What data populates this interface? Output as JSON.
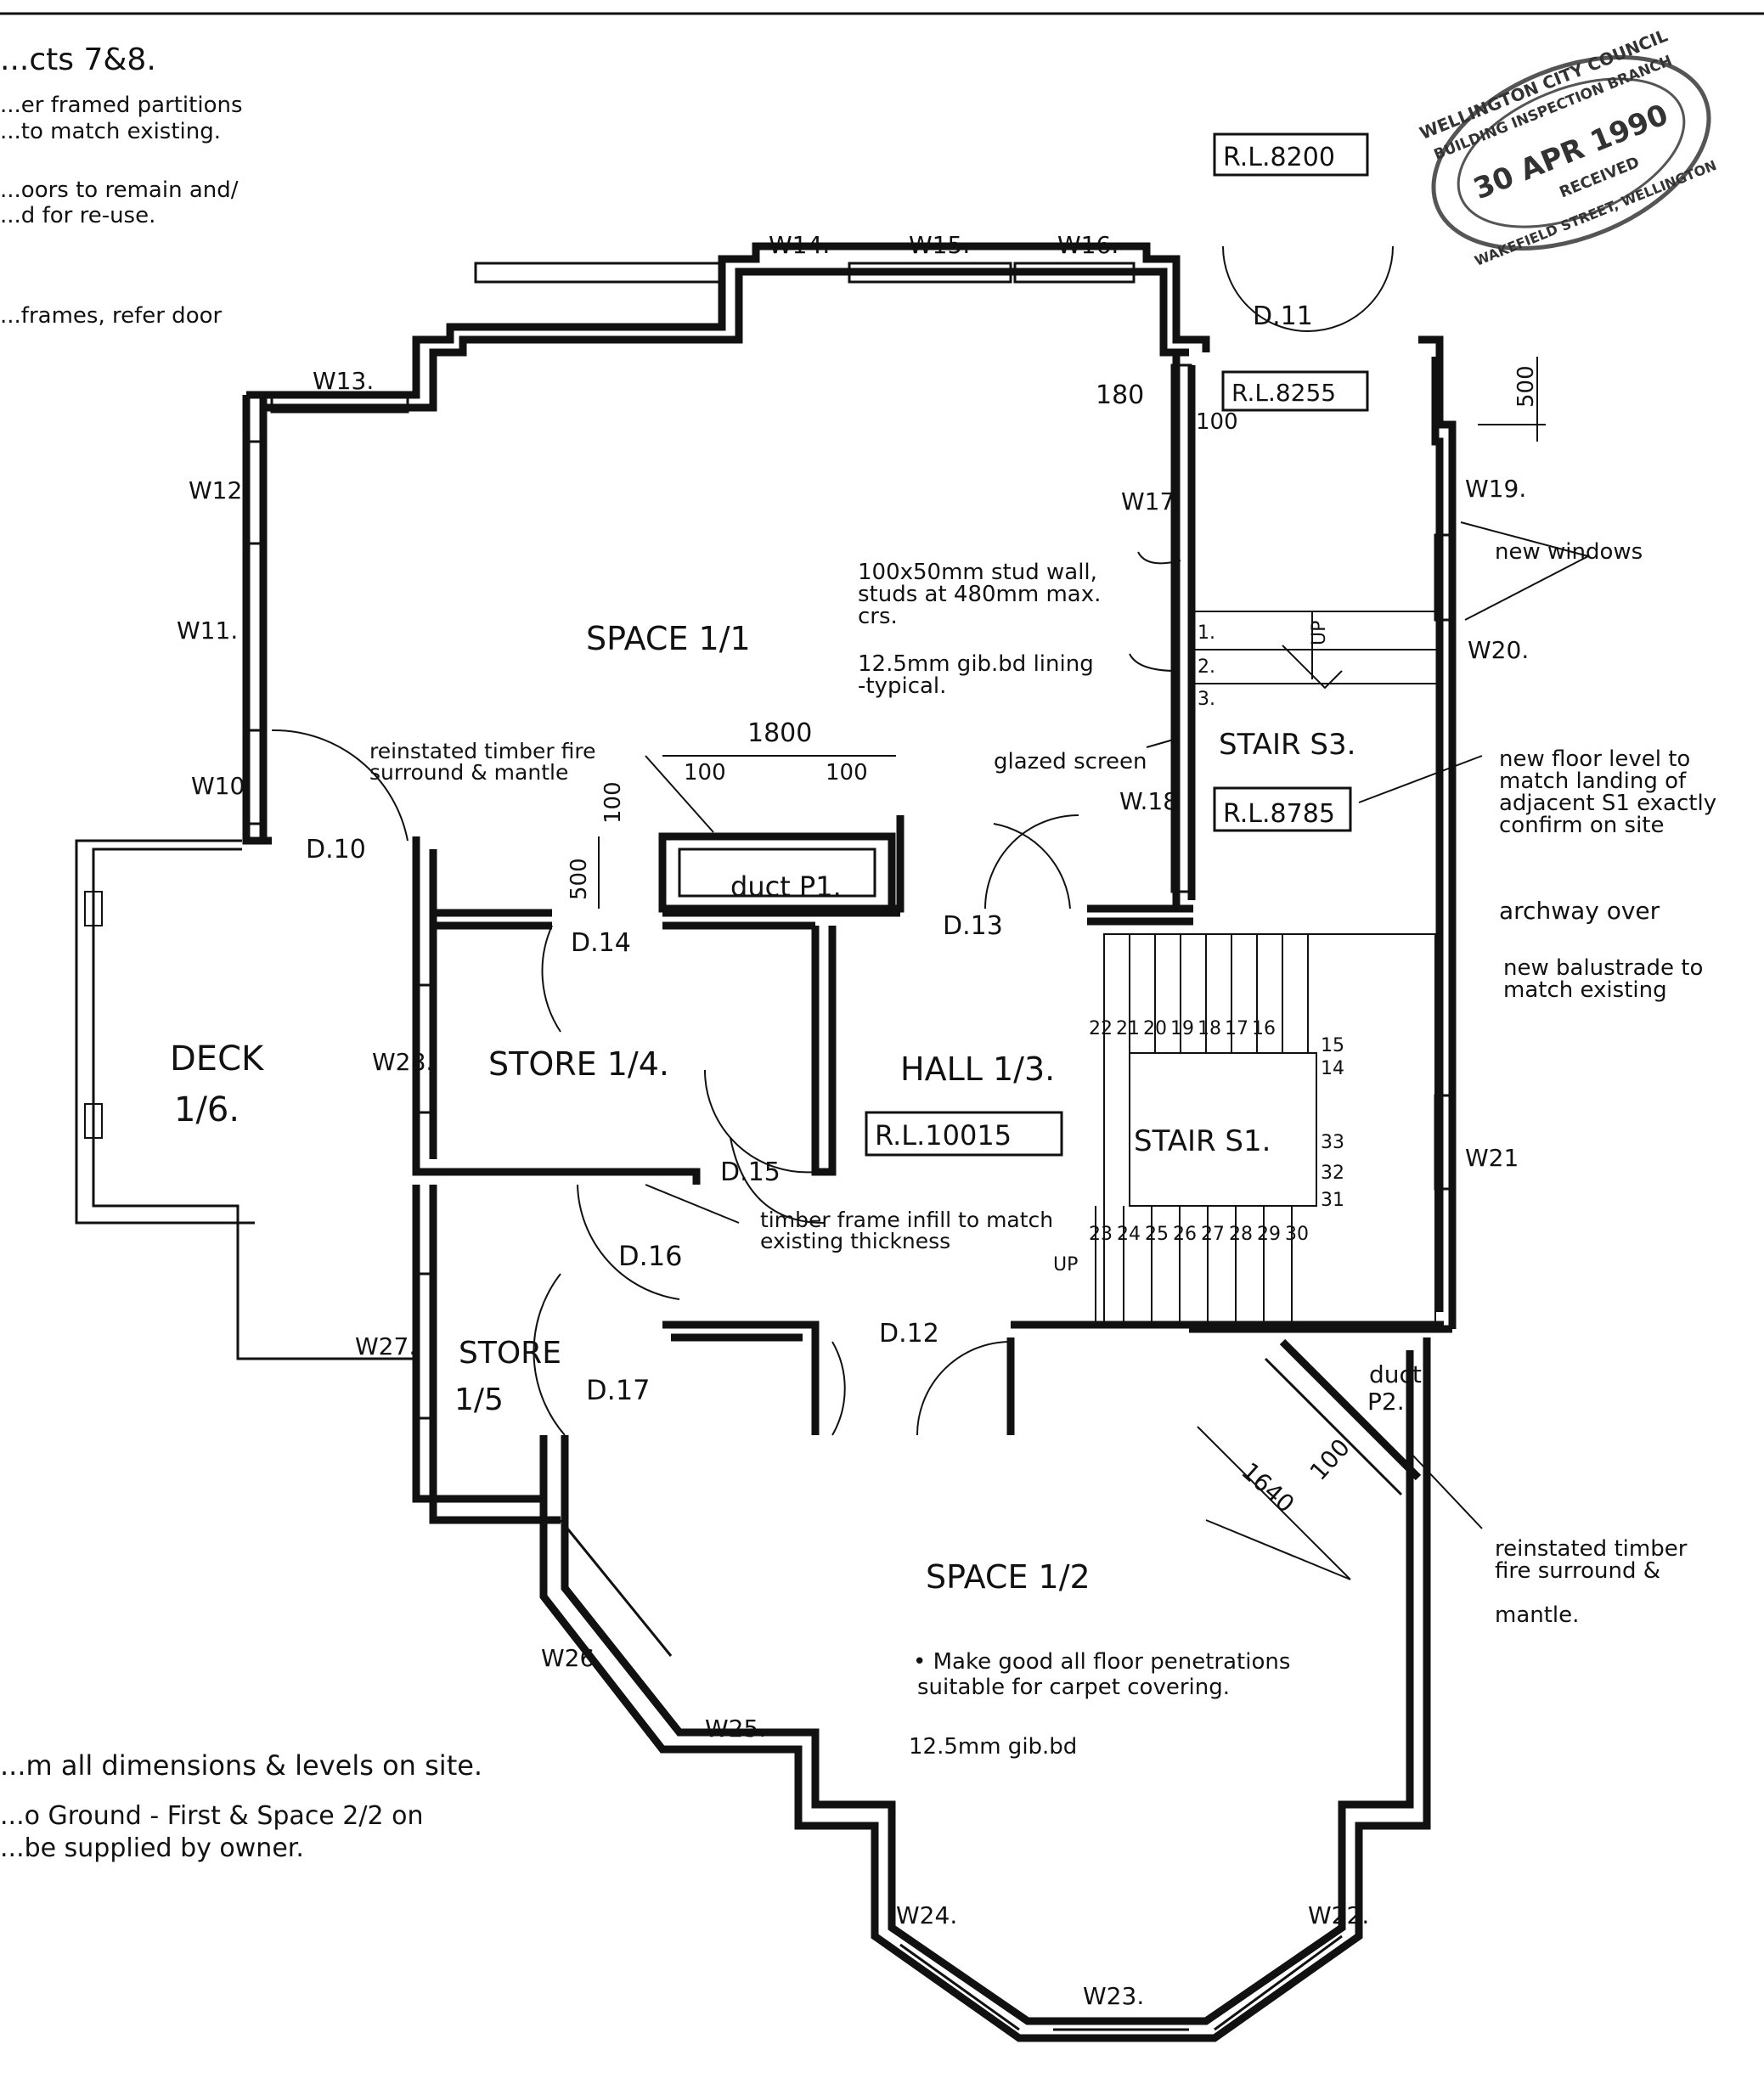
{
  "drawing": {
    "notes_top": {
      "title": "...cts 7&8.",
      "line1": "...er framed partitions",
      "line2": "...to match existing.",
      "line3": "...oors to remain and/",
      "line4": "...d for re-use.",
      "line5": "...frames, refer door"
    },
    "notes_bottom": {
      "line1": "...m all dimensions & levels on site.",
      "line2": "...o Ground - First & Space 2/2 on",
      "line3": "...be supplied by owner."
    },
    "stamp": {
      "outer_top": "WELLINGTON CITY COUNCIL",
      "inner_top": "BUILDING INSPECTION BRANCH",
      "date": "30 APR 1990",
      "received": "RECEIVED",
      "bottom": "WAKEFIELD STREET, WELLINGTON"
    },
    "rooms": {
      "space_1_1": "SPACE 1/1",
      "space_1_2": "SPACE 1/2",
      "hall_1_3": "HALL 1/3.",
      "store_1_4": "STORE 1/4.",
      "store_1_5_a": "STORE",
      "store_1_5_b": "1/5",
      "deck_a": "DECK",
      "deck_b": "1/6.",
      "stair_s1": "STAIR S1.",
      "stair_s3": "STAIR S3."
    },
    "levels": {
      "rl_8200": "R.L.8200",
      "rl_8255": "R.L.8255",
      "rl_8785": "R.L.8785",
      "rl_10015": "R.L.10015"
    },
    "windows": {
      "w10": "W10.",
      "w11": "W11.",
      "w12": "W12.",
      "w13": "W13.",
      "w14": "W14.",
      "w15": "W15.",
      "w16": "W16.",
      "w17": "W17.",
      "w18": "W.18",
      "w19": "W19.",
      "w20": "W20.",
      "w21": "W21",
      "w22": "W22.",
      "w23": "W23.",
      "w24": "W24.",
      "w25": "W25.",
      "w26": "W26.",
      "w27": "W27.",
      "w28": "W28."
    },
    "doors": {
      "d10": "D.10",
      "d11": "D.11",
      "d12": "D.12",
      "d13": "D.13",
      "d14": "D.14",
      "d15": "D.15",
      "d16": "D.16",
      "d17": "D.17"
    },
    "ducts": {
      "p1": "duct P1.",
      "p2_a": "duct",
      "p2_b": "P2."
    },
    "dimensions": {
      "d1800": "1800",
      "d100a": "100",
      "d100b": "100",
      "d500": "500",
      "d100c": "100",
      "d180": "180",
      "d100d": "100",
      "d500b": "500",
      "d1640": "1640",
      "d100e": "100"
    },
    "stair_numbers": {
      "s3": [
        "1.",
        "2.",
        "3."
      ],
      "s1_top": [
        "22",
        "21",
        "20",
        "19",
        "18",
        "17",
        "16"
      ],
      "s1_right": [
        "15",
        "14"
      ],
      "s1_lower_right": [
        "33",
        "32",
        "31"
      ],
      "s1_bottom": [
        "23",
        "24",
        "25",
        "26",
        "27",
        "28",
        "29",
        "30"
      ],
      "up": "UP",
      "up2": "UP"
    },
    "annotations": {
      "stud_1": "100x50mm stud wall,",
      "stud_2": "studs at 480mm max.",
      "stud_3": "crs.",
      "gib_1": "12.5mm gib.bd lining",
      "gib_2": "-typical.",
      "glazed": "glazed screen",
      "fire_1": "reinstated timber fire",
      "fire_2": "surround & mantle",
      "new_windows": "new windows",
      "floor_1": "new floor level to",
      "floor_2": "match landing of",
      "floor_3": "adjacent S1 exactly",
      "floor_4": "confirm on site",
      "archway": "archway over",
      "balus_1": "new balustrade to",
      "balus_2": "match existing",
      "infill_1": "timber frame infill to match",
      "infill_2": "existing thickness",
      "fire2_1": "reinstated timber",
      "fire2_2": "fire surround &",
      "fire2_3": "mantle.",
      "make_good_1": "• Make good all floor penetrations",
      "make_good_2": "suitable for carpet covering.",
      "gib_bd": "12.5mm gib.bd"
    }
  }
}
